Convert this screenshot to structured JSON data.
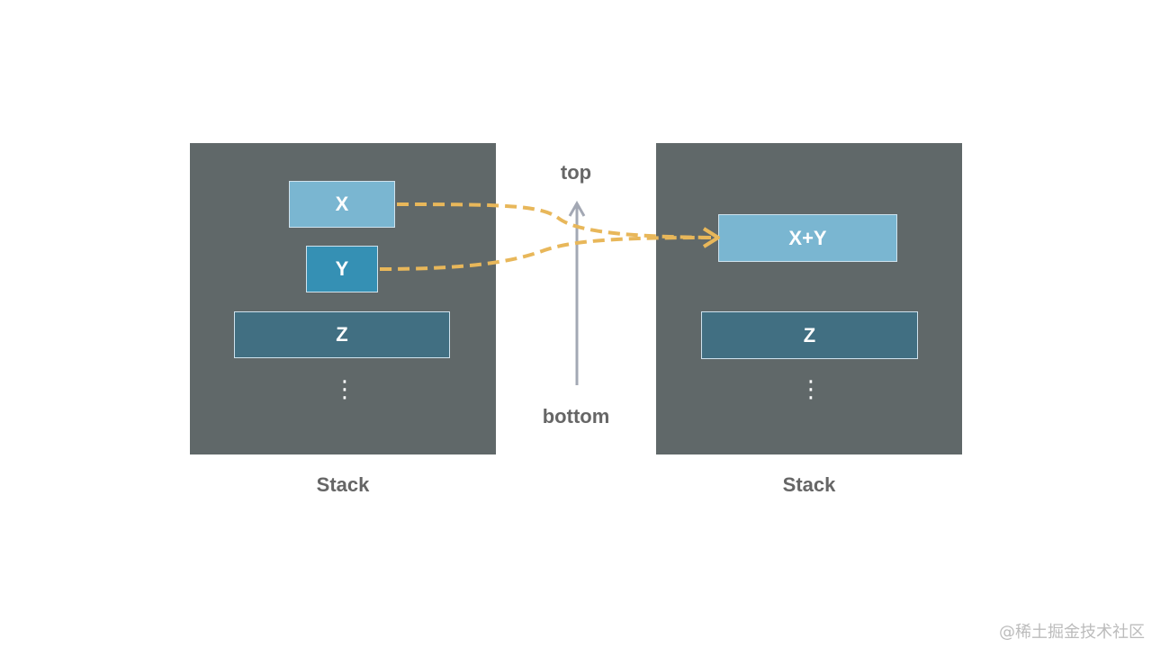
{
  "left_stack": {
    "items": [
      {
        "label": "X"
      },
      {
        "label": "Y"
      },
      {
        "label": "Z"
      }
    ],
    "ellipsis": "⋮",
    "caption": "Stack"
  },
  "right_stack": {
    "items": [
      {
        "label": "X+Y"
      },
      {
        "label": "Z"
      }
    ],
    "ellipsis": "⋮",
    "caption": "Stack"
  },
  "axis": {
    "top_label": "top",
    "bottom_label": "bottom"
  },
  "colors": {
    "stack_background": "#606869",
    "item_light": "#7ab6d1",
    "item_mid": "#3590b4",
    "item_dark": "#416f82",
    "flow_arrow": "#e8b75a",
    "axis_arrow": "#a3a8b4",
    "label_text": "#666666"
  },
  "watermark": "@稀土掘金技术社区"
}
